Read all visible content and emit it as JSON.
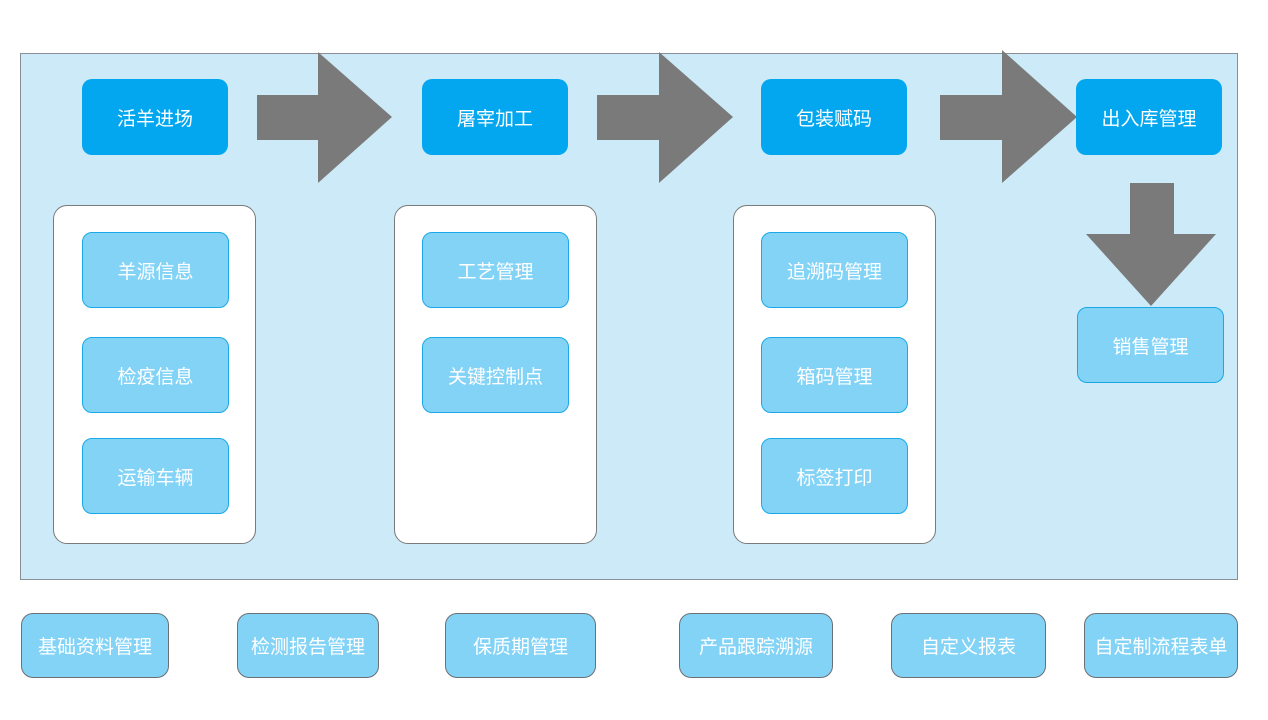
{
  "stages": [
    "活羊进场",
    "屠宰加工",
    "包装赋码",
    "出入库管理"
  ],
  "groups": [
    [
      "羊源信息",
      "检疫信息",
      "运输车辆"
    ],
    [
      "工艺管理",
      "关键控制点"
    ],
    [
      "追溯码管理",
      "箱码管理",
      "标签打印"
    ]
  ],
  "sales": "销售管理",
  "modules": [
    "基础资料管理",
    "检测报告管理",
    "保质期管理",
    "产品跟踪溯源",
    "自定义报表",
    "自定制流程表单"
  ],
  "colors": {
    "panel_bg": "#cdeaf8",
    "stage_bg": "#03a7ef",
    "sub_bg": "#83d3f7",
    "arrow": "#7a7a7a"
  }
}
